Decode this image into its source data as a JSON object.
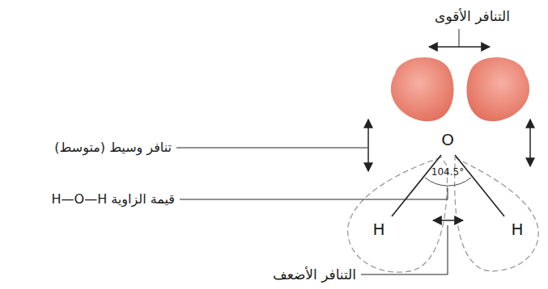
{
  "diagram": {
    "labels": [
      "التنافر الأقوى",
      "O",
      "104.5°",
      "H",
      "H",
      "تنافر وسيط (متوسط)",
      "قيمة الزاوية H—O—H",
      "التنافر الأضعف"
    ]
  }
}
